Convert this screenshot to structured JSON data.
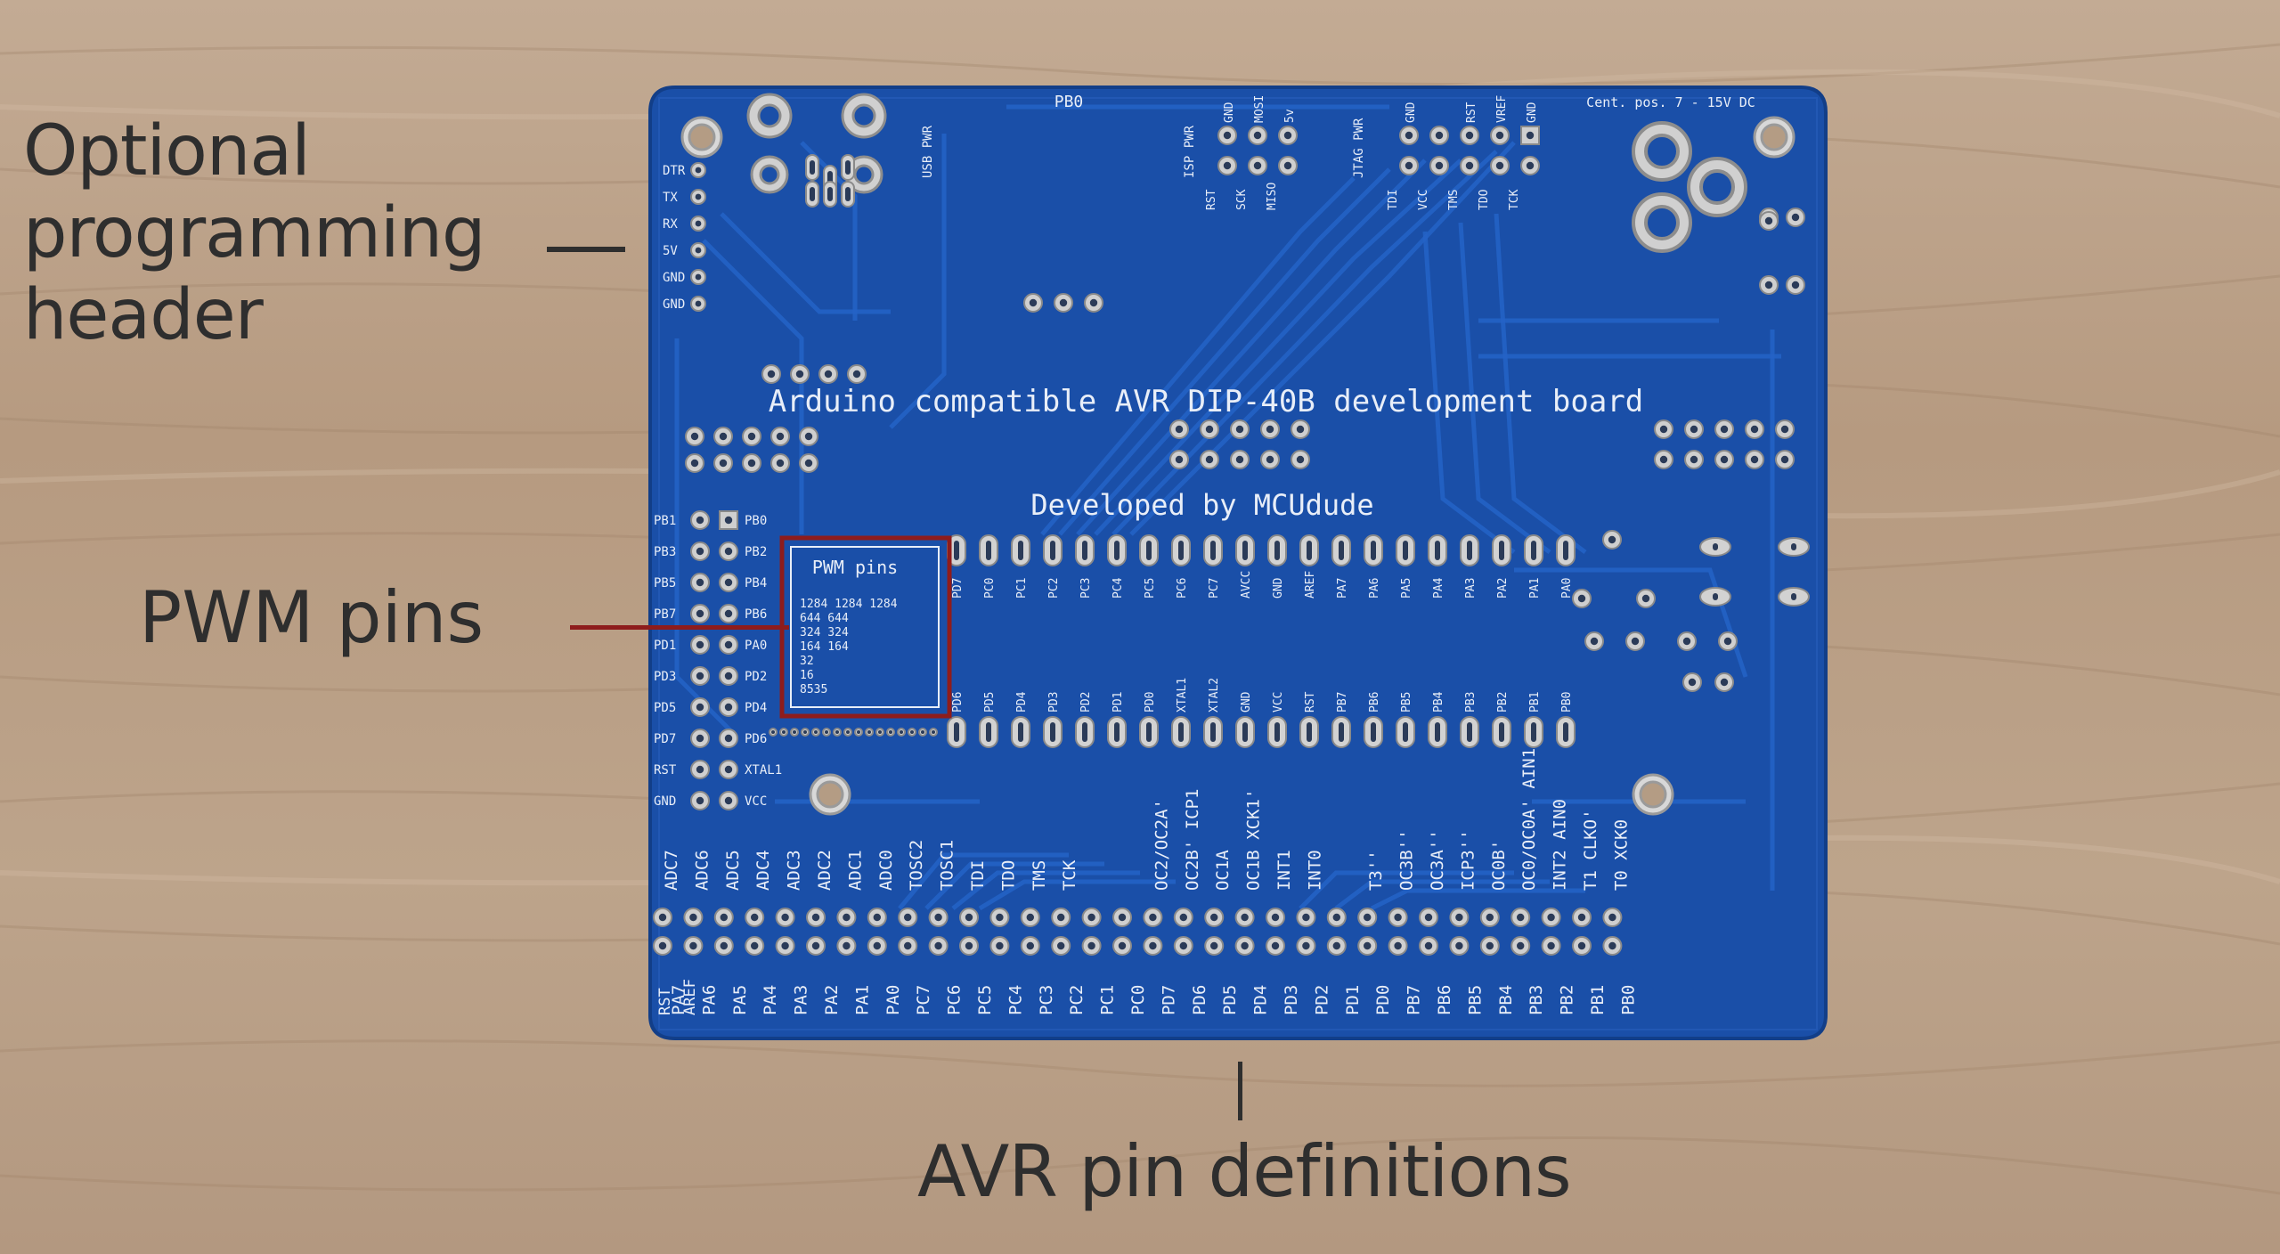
{
  "annotations": {
    "programming_header": [
      "Optional",
      "programming",
      "header"
    ],
    "pwm_pins": "PWM pins",
    "avr_pin_definitions": "AVR pin definitions"
  },
  "board": {
    "title": "Arduino compatible AVR DIP-40B development board",
    "credit": "Developed by MCUdude",
    "power_note": "Cent. pos. 7 - 15V DC",
    "top_label": "PB0",
    "usb_pwr": "USB PWR",
    "isp_pwr": "ISP PWR",
    "jtag_pwr": "JTAG PWR",
    "isp_top": [
      "GND",
      "MOSI",
      "5v"
    ],
    "isp_bottom": [
      "RST",
      "SCK",
      "MISO"
    ],
    "jtag_top": [
      "GND",
      "RST",
      "VREF",
      "GND"
    ],
    "jtag_bottom": [
      "TDI",
      "VCC",
      "TMS",
      "TDO",
      "TCK"
    ],
    "serial_header": [
      "DTR",
      "TX",
      "RX",
      "5V",
      "GND",
      "GND"
    ],
    "left_header_left": [
      "PB1",
      "PB3",
      "PB5",
      "PB7",
      "PD1",
      "PD3",
      "PD5",
      "PD7",
      "RST",
      "GND"
    ],
    "left_header_right": [
      "PB0",
      "PB2",
      "PB4",
      "PB6",
      "PA0",
      "PD2",
      "PD4",
      "PD6",
      "XTAL1",
      "VCC"
    ],
    "pwm_box": {
      "title": "PWM pins",
      "rows": [
        "1284  1284  1284",
        "644   644",
        "324   324",
        "164   164",
        "32",
        "16",
        "8535"
      ]
    },
    "dip_top_labels": [
      "PD7",
      "PC0",
      "PC1",
      "PC2",
      "PC3",
      "PC4",
      "PC5",
      "PC6",
      "PC7",
      "AVCC",
      "GND",
      "AREF",
      "PA7",
      "PA6",
      "PA5",
      "PA4",
      "PA3",
      "PA2",
      "PA1",
      "PA0"
    ],
    "dip_bottom_labels": [
      "PD6",
      "PD5",
      "PD4",
      "PD3",
      "PD2",
      "PD1",
      "PD0",
      "XTAL1",
      "XTAL2",
      "GND",
      "VCC",
      "RST",
      "PB7",
      "PB6",
      "PB5",
      "PB4",
      "PB3",
      "PB2",
      "PB1",
      "PB0"
    ],
    "function_labels": [
      "ADC7",
      "ADC6",
      "ADC5",
      "ADC4",
      "ADC3",
      "ADC2",
      "ADC1",
      "ADC0",
      "TOSC2",
      "TOSC1",
      "TDI",
      "TDO",
      "TMS",
      "TCK",
      "",
      "",
      "OC2/OC2A'",
      "OC2B' ICP1",
      "OC1A",
      "OC1B XCK1'",
      "INT1",
      "INT0",
      "",
      "T3''",
      "OC3B''",
      "OC3A''",
      "ICP3''",
      "OC0B'",
      "OC0/OC0A' AIN1",
      "INT2 AIN0",
      "T1 CLKO'",
      "T0 XCK0"
    ],
    "bottom_pin_labels": [
      "PA7",
      "PA6",
      "PA5",
      "PA4",
      "PA3",
      "PA2",
      "PA1",
      "PA0",
      "PC7",
      "PC6",
      "PC5",
      "PC4",
      "PC3",
      "PC2",
      "PC1",
      "PC0",
      "PD7",
      "PD6",
      "PD5",
      "PD4",
      "PD3",
      "PD2",
      "PD1",
      "PD0",
      "PB7",
      "PB6",
      "PB5",
      "PB4",
      "PB3",
      "PB2",
      "PB1",
      "PB0"
    ],
    "bottom_left_labels": [
      "RST",
      "AREF"
    ]
  },
  "colors": {
    "pcb": "#1a4fa8",
    "pcb_dark": "#143f8c",
    "trace": "#2260c4",
    "silkscreen": "#e8eef8",
    "pad": "#c8c8c8",
    "wood": "#b99f86",
    "highlight": "#8e1c1c",
    "annotation_text": "#2e2e2e"
  }
}
